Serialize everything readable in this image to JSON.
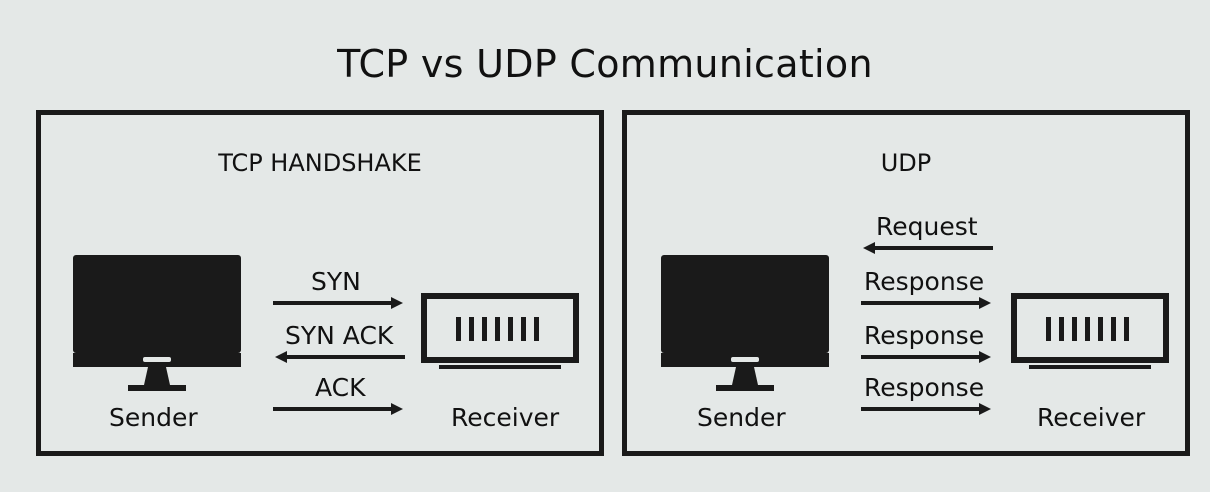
{
  "title": "TCP vs UDP Communication",
  "tcp": {
    "heading": "TCP HANDSHAKE",
    "sender": "Sender",
    "receiver": "Receiver",
    "messages": [
      "SYN",
      "SYN ACK",
      "ACK"
    ]
  },
  "udp": {
    "heading": "UDP",
    "sender": "Sender",
    "receiver": "Receiver",
    "messages": [
      "Request",
      "Response",
      "Response",
      "Response"
    ]
  },
  "colors": {
    "background": "#e4e8e7",
    "ink": "#1a1a1a"
  }
}
